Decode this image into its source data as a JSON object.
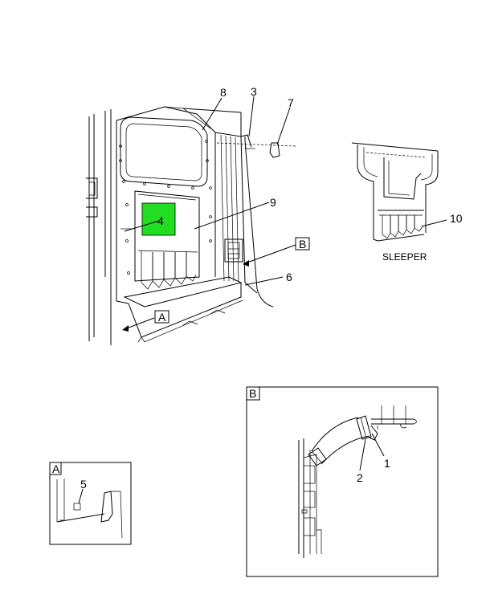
{
  "callouts": {
    "c1": "1",
    "c2": "2",
    "c3": "3",
    "c4": "4",
    "c5": "5",
    "c6": "6",
    "c7": "7",
    "c8": "8",
    "c9": "9",
    "c10": "10"
  },
  "view_refs": {
    "main_a": "A",
    "main_b": "B"
  },
  "detail_a": {
    "label": "A"
  },
  "detail_b": {
    "label": "B"
  },
  "sleeper_caption": "SLEEPER",
  "colors": {
    "highlight": "#22dd22"
  }
}
